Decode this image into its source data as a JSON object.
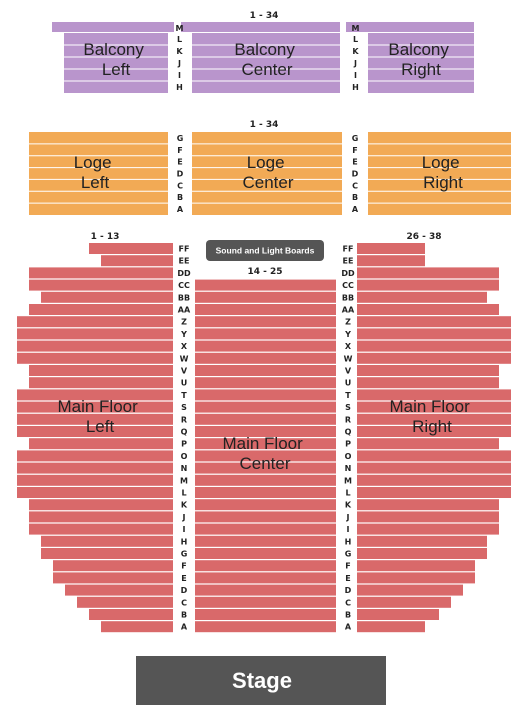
{
  "colors": {
    "balcony": "#b995cc",
    "loge": "#f2aa55",
    "main_floor": "#d9696a",
    "stage": "#555555",
    "boards": "#555555",
    "row_line": "#ffffff"
  },
  "balcony": {
    "top_row_letter": "M",
    "range_label": "1 - 34",
    "left": {
      "label_lines": [
        "Balcony",
        "Left"
      ]
    },
    "center": {
      "label_lines": [
        "Balcony",
        "Center"
      ]
    },
    "right": {
      "label_lines": [
        "Balcony",
        "Right"
      ]
    },
    "rows": [
      "L",
      "K",
      "J",
      "I",
      "H"
    ]
  },
  "loge": {
    "range_label": "1 - 34",
    "left": {
      "label_lines": [
        "Loge",
        "Left"
      ]
    },
    "center": {
      "label_lines": [
        "Loge",
        "Center"
      ]
    },
    "right": {
      "label_lines": [
        "Loge",
        "Right"
      ]
    },
    "rows": [
      "G",
      "F",
      "E",
      "D",
      "C",
      "B",
      "A"
    ]
  },
  "main_floor": {
    "left_range": "1 - 13",
    "center_range": "14 - 25",
    "right_range": "26 - 38",
    "left": {
      "label_lines": [
        "Main Floor",
        "Left"
      ]
    },
    "center": {
      "label_lines": [
        "Main Floor",
        "Center"
      ]
    },
    "right": {
      "label_lines": [
        "Main Floor",
        "Right"
      ]
    },
    "rows": [
      "FF",
      "EE",
      "DD",
      "CC",
      "BB",
      "AA",
      "Z",
      "Y",
      "X",
      "W",
      "V",
      "U",
      "T",
      "S",
      "R",
      "Q",
      "P",
      "O",
      "N",
      "M",
      "L",
      "K",
      "J",
      "I",
      "H",
      "G",
      "F",
      "E",
      "D",
      "C",
      "B",
      "A"
    ]
  },
  "sound_boards": {
    "label": "Sound and Light Boards"
  },
  "stage": {
    "label": "Stage"
  }
}
